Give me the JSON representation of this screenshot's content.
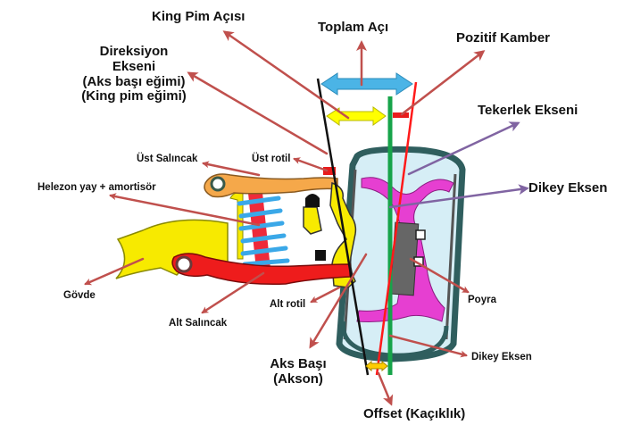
{
  "colors": {
    "arrow_red": "#c0504d",
    "arrow_purple": "#8064a2",
    "total_angle_arrow": "#4bb4e6",
    "kingpin_arrow": "#ffff00",
    "vertical_axis_green": "#17a44a",
    "camber_line_red": "#ff1a1a",
    "steering_axis_black": "#111111",
    "upper_arm": "#f5a84a",
    "lower_arm": "#ee1c1c",
    "body": "#f7ea00",
    "spring": "#3aa8e8",
    "damper": "#ee2a3a",
    "hub": "#e63fd1",
    "tire": "#2f5e5e",
    "wheel_fill": "#d6eef6"
  },
  "labels": {
    "king_pim_acisi": "King Pim Açısı",
    "toplam_aci": "Toplam Açı",
    "pozitif_kamber": "Pozitif Kamber",
    "direksiyon_ekseni": [
      "Direksiyon",
      "Ekseni",
      "(Aks başı eğimi)",
      "(King pim eğimi)"
    ],
    "tekerlek_ekseni": "Tekerlek Ekseni",
    "dikey_eksen_right": "Dikey Eksen",
    "ust_salincak": "Üst Salıncak",
    "ust_rotil": "Üst rotil",
    "helezon_yay": "Helezon yay  + amortisör",
    "govde": "Gövde",
    "alt_salincak": "Alt Salıncak",
    "alt_rotil": "Alt rotil",
    "poyra": "Poyra",
    "dikey_eksen_bottom": "Dikey Eksen",
    "aks_basi": [
      "Aks Başı",
      "(Akson)"
    ],
    "offset": "Offset (Kaçıklık)"
  }
}
